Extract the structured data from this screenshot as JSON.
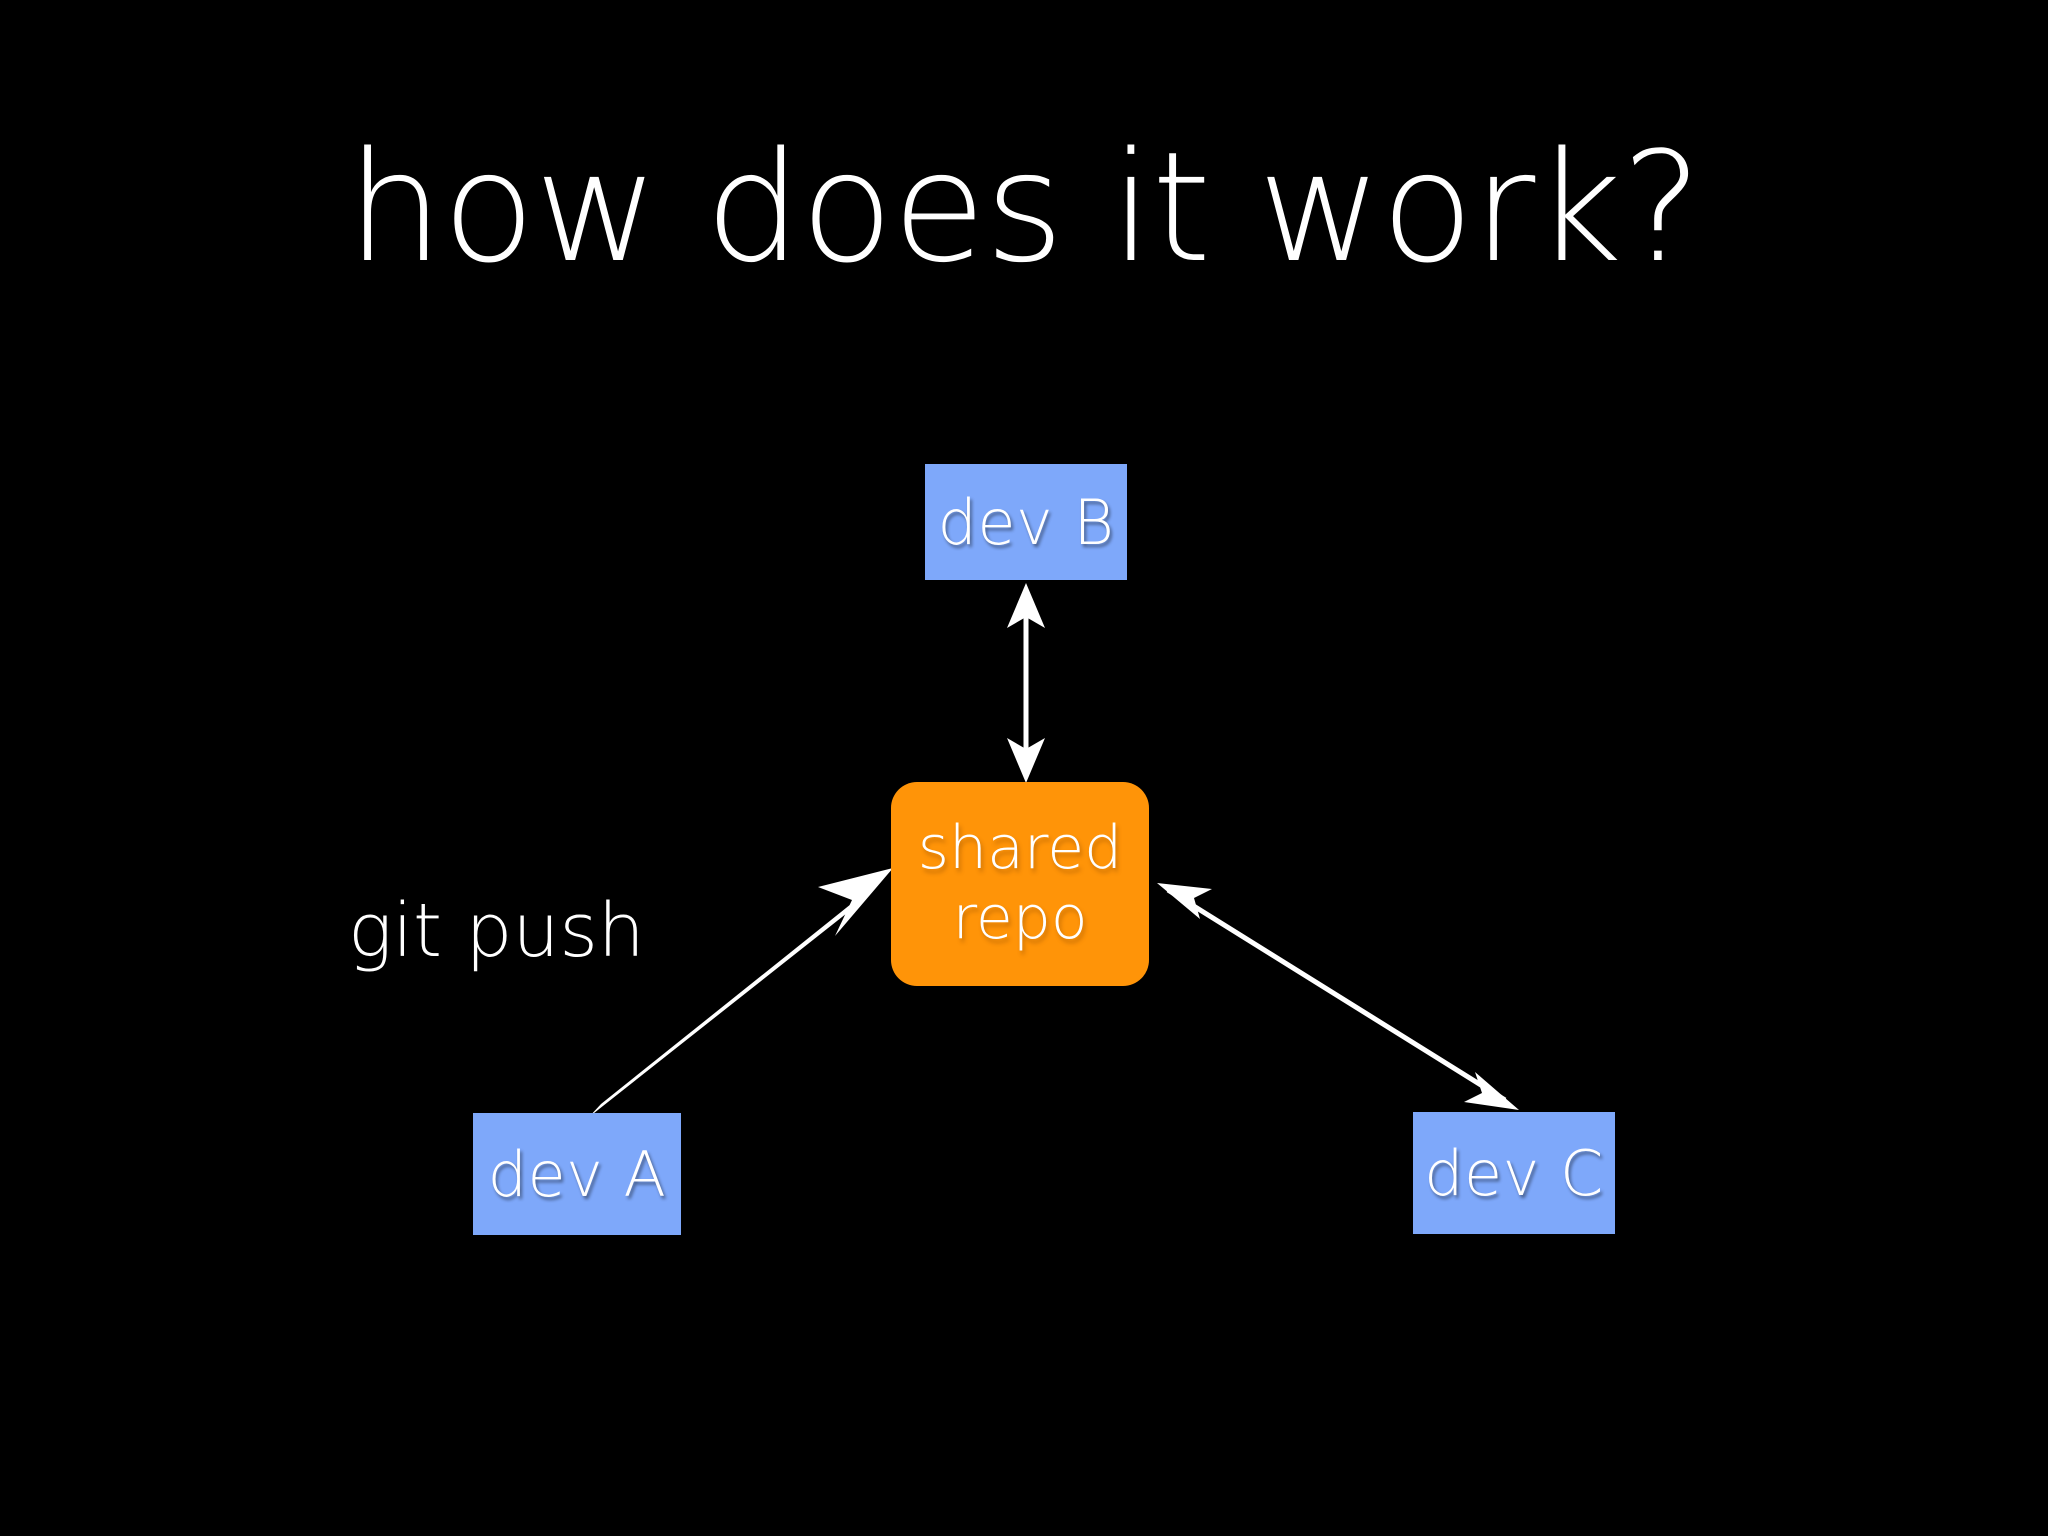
{
  "slide": {
    "title": "how does it work?",
    "background_color": "#000000",
    "text_color": "#ffffff"
  },
  "palette": {
    "dev_node_blue": "#7ea8fa",
    "shared_repo_orange": "#ff9408",
    "arrow_white": "#ffffff",
    "background_black": "#000000"
  },
  "diagram": {
    "nodes": [
      {
        "id": "dev-b",
        "label": "dev B",
        "shape": "rectangle",
        "color": "#7ea8fa"
      },
      {
        "id": "dev-a",
        "label": "dev A",
        "shape": "rectangle",
        "color": "#7ea8fa"
      },
      {
        "id": "dev-c",
        "label": "dev C",
        "shape": "rectangle",
        "color": "#7ea8fa"
      },
      {
        "id": "shared-repo",
        "label_line_1": "shared",
        "label_line_2": "repo",
        "shape": "rounded-rectangle",
        "color": "#ff9408"
      }
    ],
    "edges": [
      {
        "id": "edge-dev-b-shared-repo",
        "from": "dev-b",
        "to": "shared-repo",
        "direction": "bidirectional",
        "style": "thin",
        "label": ""
      },
      {
        "id": "edge-dev-a-shared-repo",
        "from": "dev-a",
        "to": "shared-repo",
        "direction": "to-target",
        "style": "thick",
        "label": "git push"
      },
      {
        "id": "edge-shared-repo-dev-c",
        "from": "shared-repo",
        "to": "dev-c",
        "direction": "bidirectional",
        "style": "thin",
        "label": ""
      }
    ],
    "labels": [
      {
        "id": "git-push",
        "text": "git push"
      }
    ]
  }
}
